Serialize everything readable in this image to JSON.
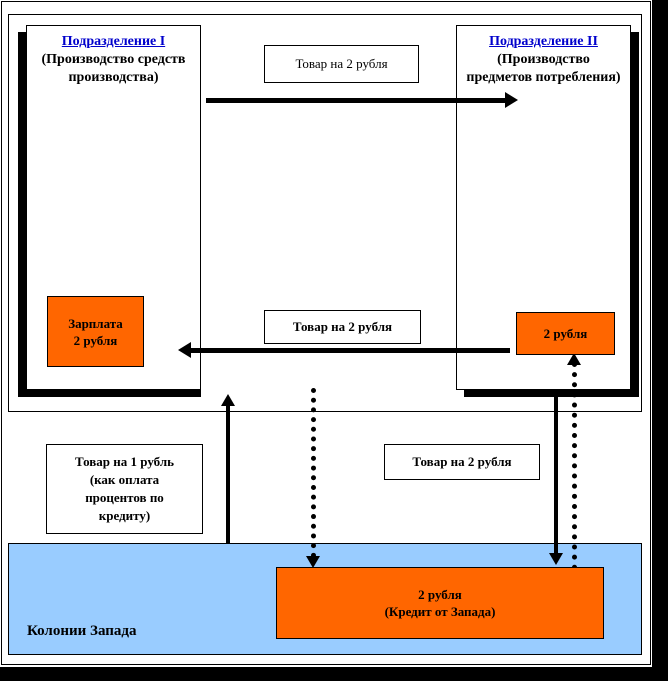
{
  "diagram": {
    "title_colors": {
      "link_blue": "#0000cc",
      "money_orange": "#FF6600",
      "colonies_blue": "#99CCFF",
      "stroke_black": "#000000"
    },
    "departments": [
      {
        "id": "dept-1",
        "title": "Подразделение I",
        "subtitle": "(Производство средств производства)"
      },
      {
        "id": "dept-2",
        "title": "Подразделение II",
        "subtitle": "(Производство предметов потребления)"
      }
    ],
    "captions": {
      "goods_top": "Товар на 2 рубля",
      "goods_middle": "Товар на 2 рубля",
      "goods_interest": "Товар на 1 рубль (как оплата процентов по кредиту)",
      "goods_interest_lines": [
        "Товар на 1 рубль",
        "(как оплата",
        "процентов по",
        "кредиту)"
      ],
      "goods_bottom_right": "Товар на 2 рубля"
    },
    "money": {
      "salary_line1": "Зарплата",
      "salary_line2": "2 рубля",
      "dept2_cash": "2 рубля",
      "credit_line1": "2 рубля",
      "credit_line2": "(Кредит от Запада)"
    },
    "colonies": {
      "label": "Колонии Запада"
    },
    "flows": [
      {
        "name": "goods-dept1-to-dept2",
        "style": "solid",
        "direction": "right"
      },
      {
        "name": "goods-dept2-to-dept1",
        "style": "solid",
        "direction": "left"
      },
      {
        "name": "goods-colonies-to-dept1",
        "style": "solid",
        "direction": "up"
      },
      {
        "name": "goods-dept2-to-colonies",
        "style": "solid",
        "direction": "down"
      },
      {
        "name": "credit-dept1-to-colonies",
        "style": "dotted",
        "direction": "down"
      },
      {
        "name": "credit-colonies-to-dept2",
        "style": "dotted",
        "direction": "up"
      }
    ]
  }
}
